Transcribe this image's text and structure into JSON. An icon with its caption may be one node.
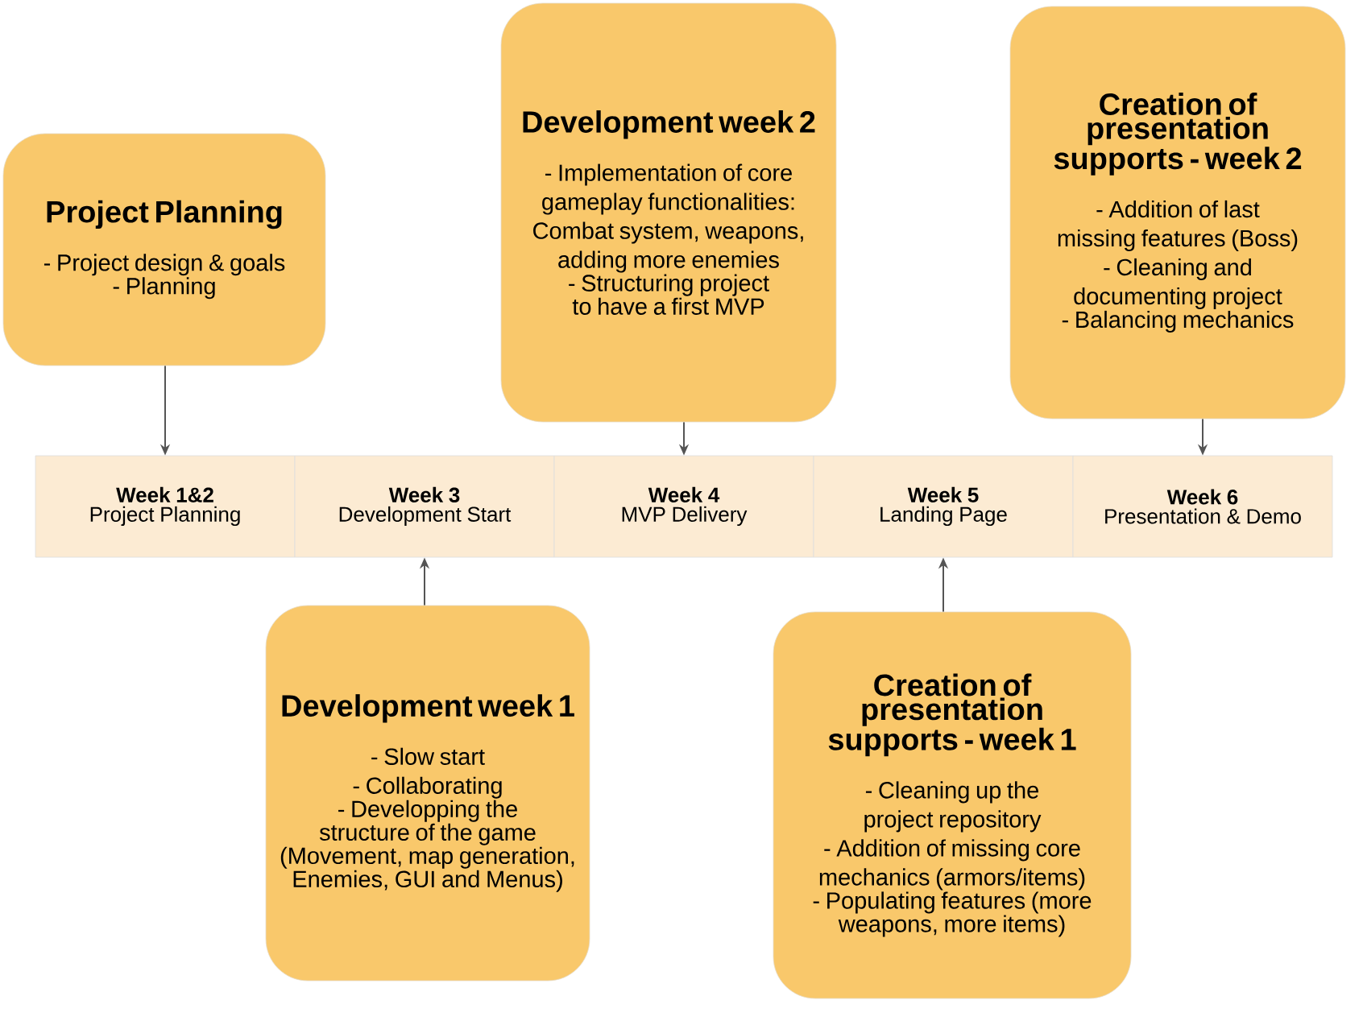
{
  "diagram": {
    "nodes": [
      {
        "text": [
          "Project Planning",
          "- Project design & goals",
          "- Planning"
        ]
      },
      {
        "text": [
          "Development week 2",
          "- Implementation of core gameplay functionalities: Combat system, weapons, adding more enemies",
          "- Structuring project to have a first MVP"
        ]
      },
      {
        "text": [
          "Creation of presentation supports - week 2",
          "- Addition of last missing features (Boss)",
          "- Cleaning and documenting project",
          "- Balancing mechanics"
        ]
      },
      {
        "text": [
          "Week 1&2",
          "Project Planning"
        ]
      },
      {
        "text": [
          "Week 3",
          "Development Start"
        ]
      },
      {
        "text": [
          "Week 4",
          "MVP Delivery"
        ]
      },
      {
        "text": [
          "Week 5",
          "Landing Page"
        ]
      },
      {
        "text": [
          "Week 6",
          "Presentation & Demo"
        ]
      },
      {
        "text": [
          "Development week 1",
          "- Slow start",
          "- Collaborating",
          "- Developping the structure of the game (Movement, map generation, Enemies, GUI and Menus)"
        ]
      },
      {
        "text": [
          "Creation of presentation supports - week 1",
          "- Cleaning up the project repository",
          "- Addition of missing core mechanics (armors/items)",
          "- Populating features (more weapons, more items)"
        ]
      }
    ],
    "edges": [
      {
        "from": 0,
        "to": 3,
        "arrow": "to"
      },
      {
        "from": 1,
        "to": 5,
        "arrow": "to"
      },
      {
        "from": 2,
        "to": 7,
        "arrow": "to"
      },
      {
        "from": 8,
        "to": 4,
        "arrow": "to"
      },
      {
        "from": 9,
        "to": 6,
        "arrow": "to"
      }
    ]
  }
}
